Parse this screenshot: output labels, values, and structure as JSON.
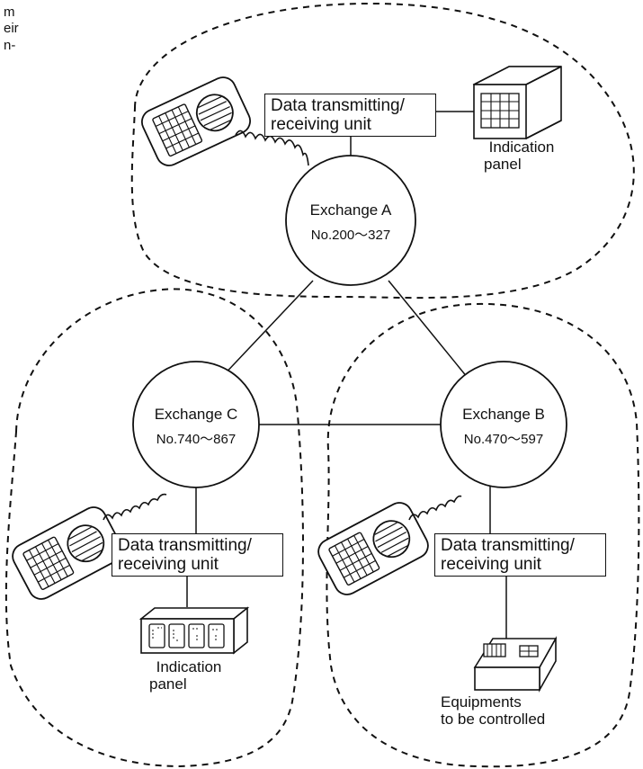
{
  "text_fragments": [
    "m",
    "eir",
    "n-"
  ],
  "exchanges": [
    {
      "name": "Exchange A",
      "numbers": "No.200～327"
    },
    {
      "name": "Exchange B",
      "numbers": "No.470～597"
    },
    {
      "name": "Exchange C",
      "numbers": "No.740～867"
    }
  ],
  "units": {
    "a": {
      "line1": "Data transmitting/",
      "line2": "receiving unit"
    },
    "b": {
      "line1": "Data transmitting/",
      "line2": "receiving unit"
    },
    "c": {
      "line1": "Data transmitting/",
      "line2": "receiving unit"
    }
  },
  "devices": {
    "panel_a": {
      "line1": "Indication",
      "line2": "panel"
    },
    "panel_c": {
      "line1": "Indication",
      "line2": "panel"
    },
    "equipment_b": {
      "line1": "Equipments",
      "line2": "to be controlled"
    }
  }
}
